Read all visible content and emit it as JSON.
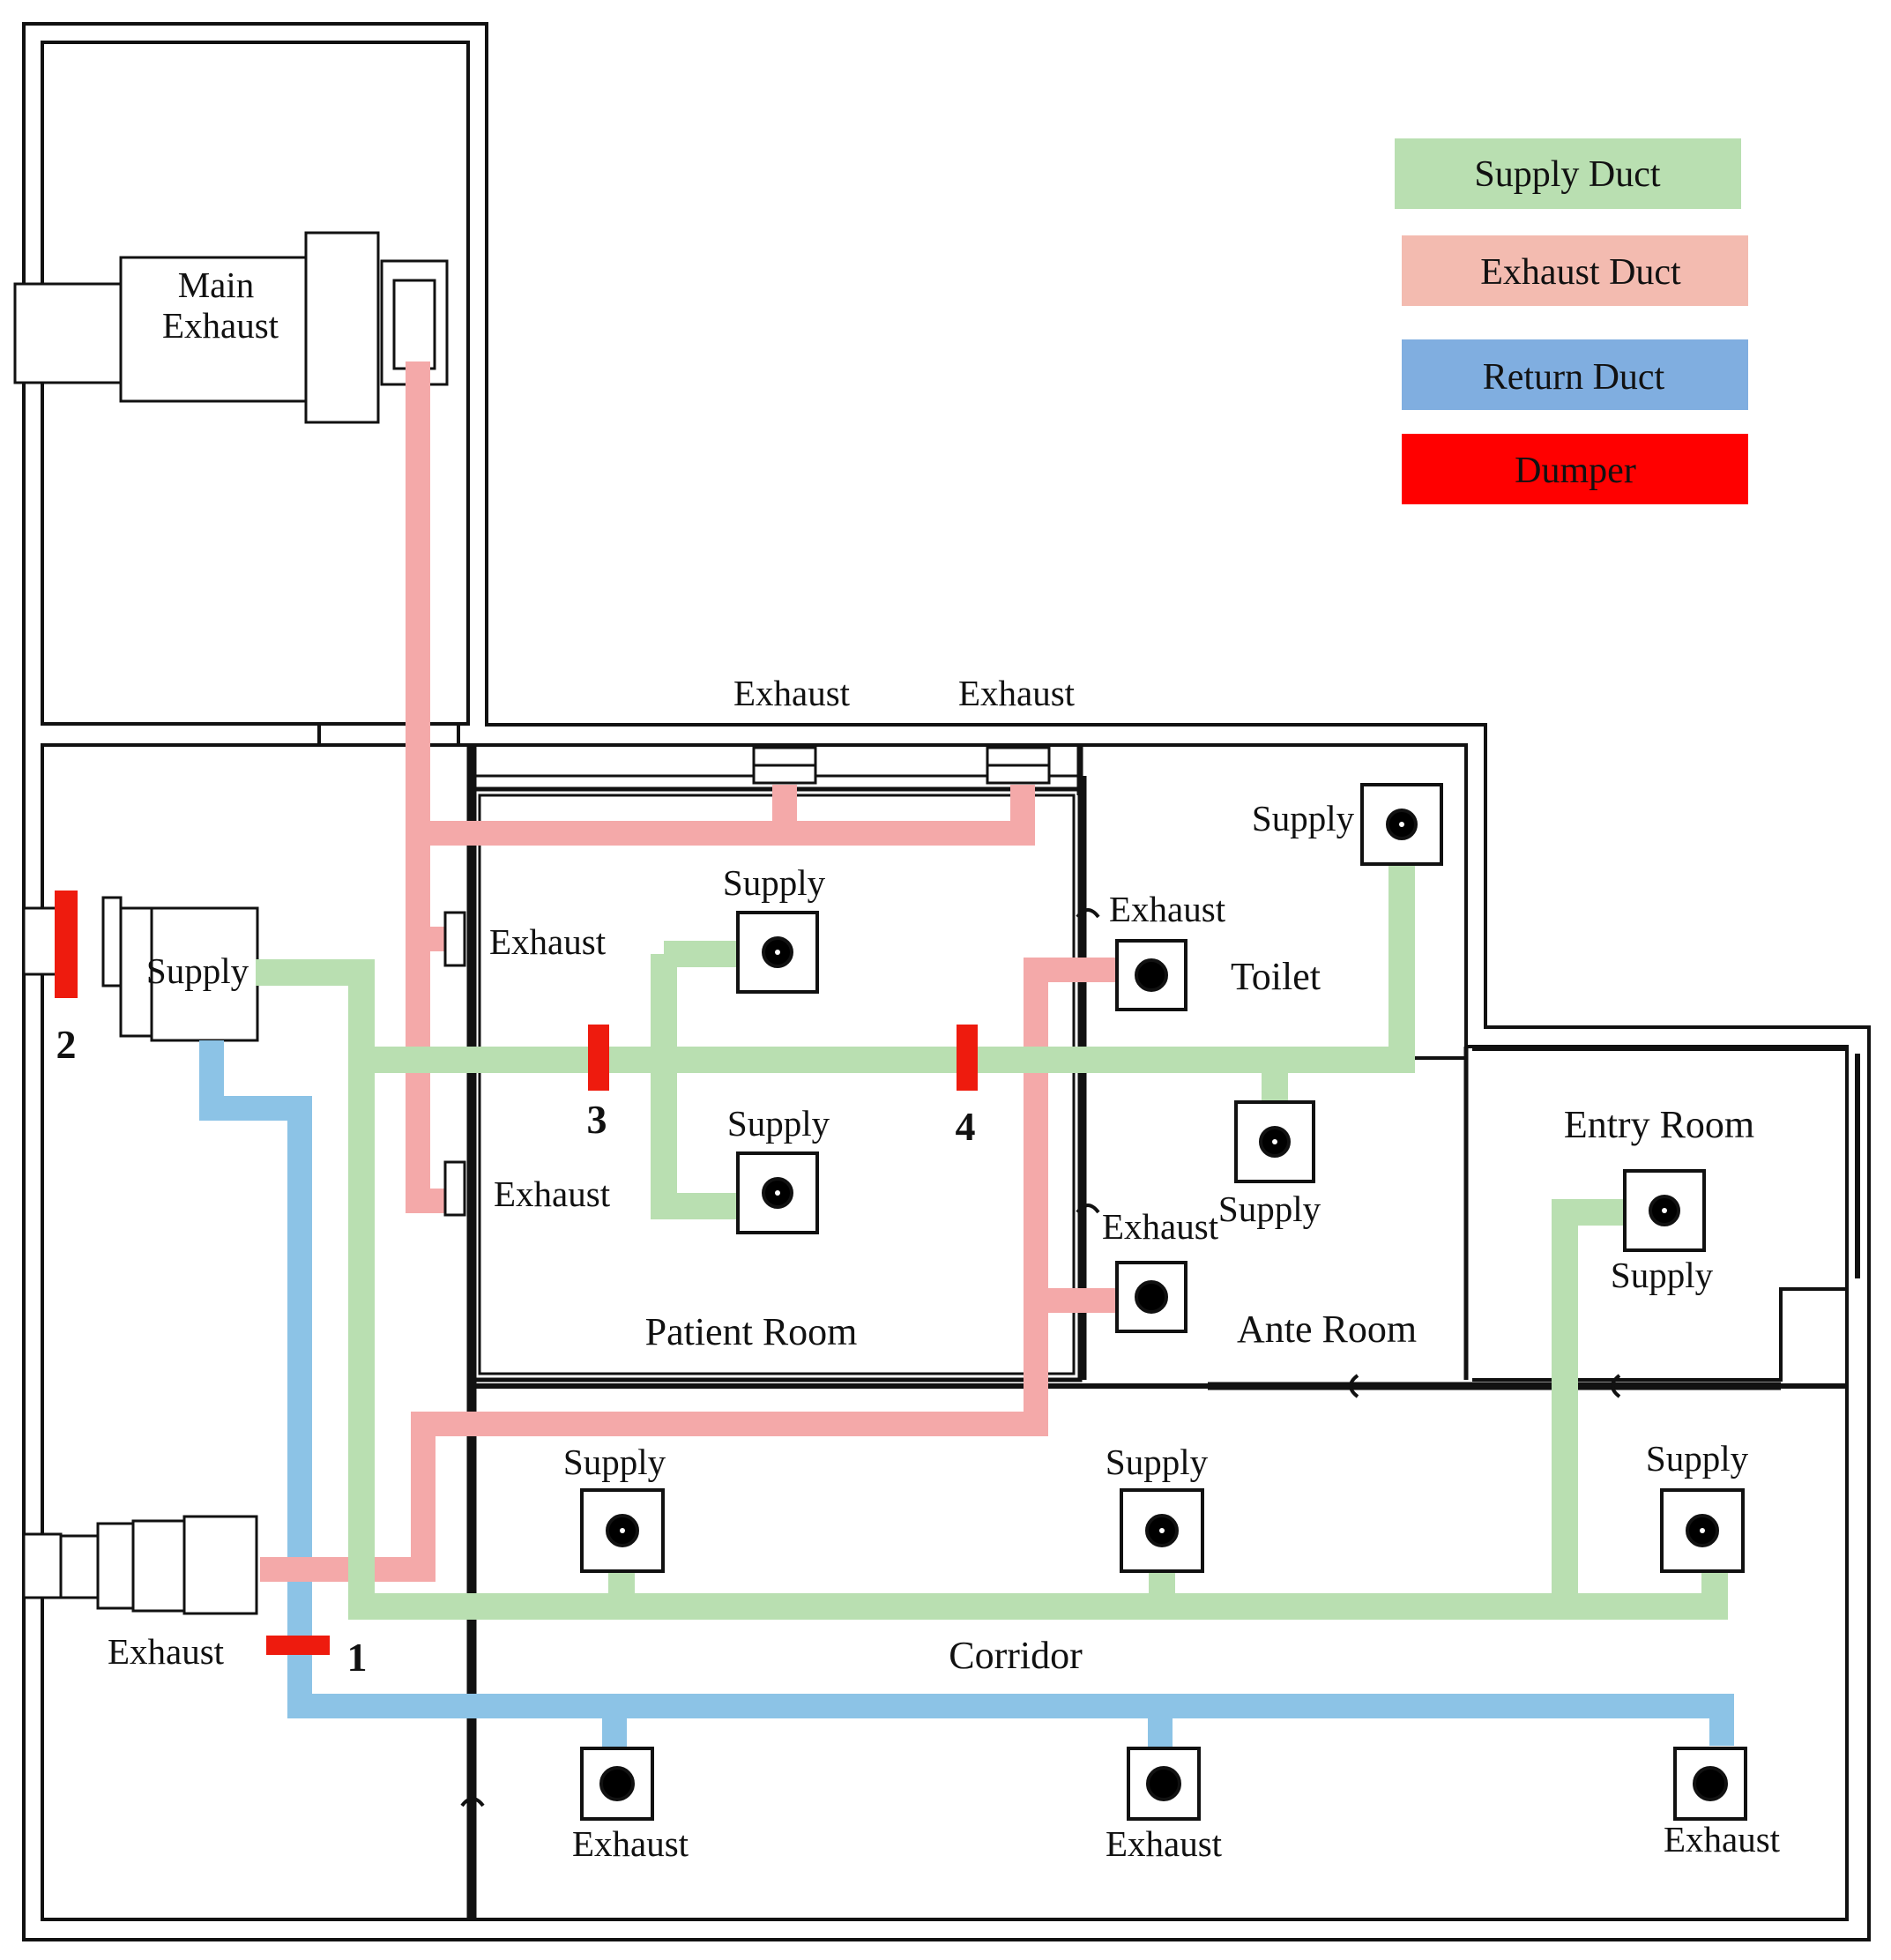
{
  "legend": {
    "supply": "Supply Duct",
    "exhaust": "Exhaust Duct",
    "return": "Return Duct",
    "damper": "Dumper"
  },
  "colors": {
    "supply": "#b9dfb1",
    "exhaust": "#f4a9a9",
    "return": "#8cc3e6",
    "damper": "#ee1b0e",
    "legend_supply": "#b9dfb1",
    "legend_exhaust": "#f3bbb0",
    "legend_return": "#80aee0",
    "legend_damper": "#ff0000",
    "wall": "#111111"
  },
  "rooms": {
    "patient": "Patient Room",
    "toilet": "Toilet",
    "ante": "Ante Room",
    "entry": "Entry Room",
    "corridor": "Corridor"
  },
  "equipment": {
    "main_exhaust_line1": "Main",
    "main_exhaust_line2": "Exhaust",
    "supply_unit": "Supply",
    "exhaust_unit": "Exhaust"
  },
  "terminal_labels": {
    "supply": "Supply",
    "exhaust": "Exhaust"
  },
  "dampers": [
    "1",
    "2",
    "3",
    "4"
  ]
}
